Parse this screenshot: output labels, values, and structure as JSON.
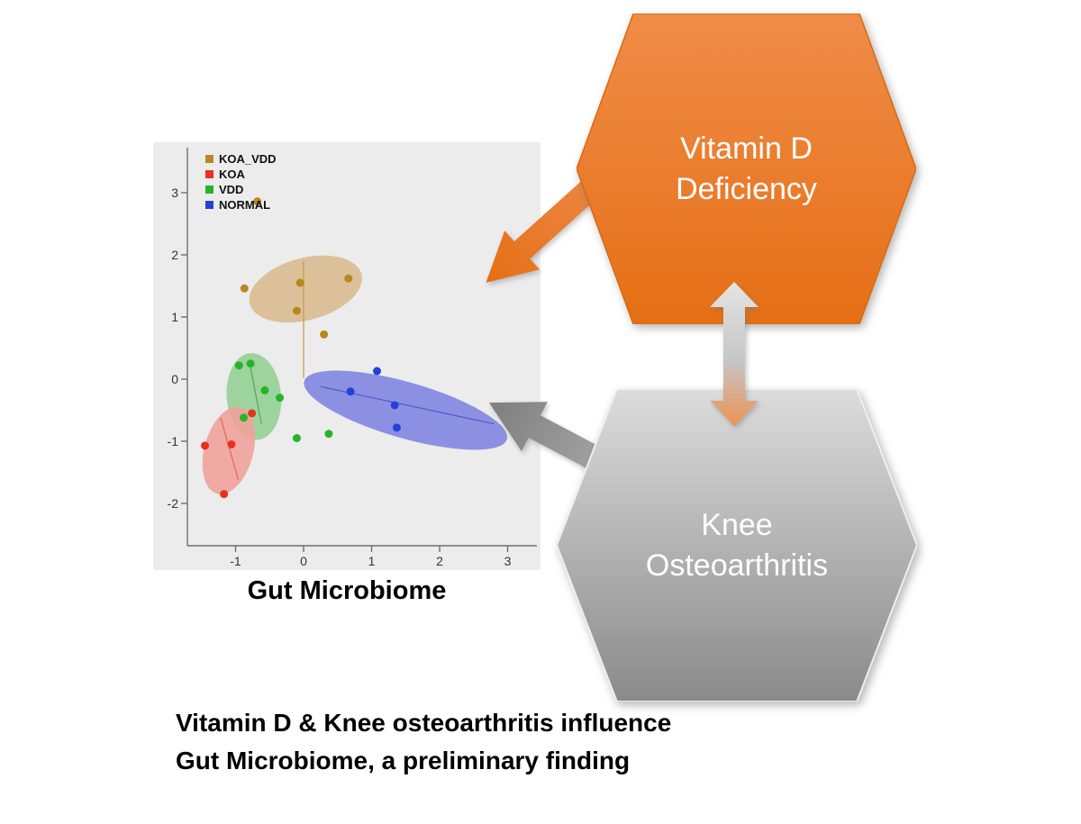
{
  "figure": {
    "caption_line1": "Vitamin D & Knee osteoarthritis influence",
    "caption_line2": "Gut Microbiome, a preliminary finding"
  },
  "hexagons": {
    "vitamin_d": {
      "line1": "Vitamin D",
      "line2": "Deficiency"
    },
    "knee": {
      "line1": "Knee",
      "line2": "Osteoarthritis"
    }
  },
  "colors": {
    "orange_top": "#F08C48",
    "orange_bottom": "#E56F15",
    "orange_stroke": "#D96A12",
    "gray_top": "#DCDCDC",
    "gray_bottom": "#8A8A8A",
    "gray_stroke": "#EFEFEF",
    "arrow_orange_tail": "#EF8E4F",
    "arrow_orange_tip": "#E56F15",
    "arrow_gray_tail": "#B9B9B9",
    "arrow_gray_tip": "#7E7E7E",
    "biarrow_top": "#E4E4E4",
    "biarrow_mid": "#C6C6C6",
    "biarrow_bottom": "#EC9250"
  },
  "chart_data": {
    "type": "scatter",
    "title": "",
    "xlabel": "Gut Microbiome",
    "ylabel": "",
    "panel_bg": "#ECECEC",
    "xlim": [
      -1.8,
      3.4
    ],
    "ylim": [
      -2.6,
      3.6
    ],
    "x_ticks": [
      -1,
      0,
      1,
      2,
      3
    ],
    "y_ticks": [
      3,
      2,
      1,
      0,
      -1,
      -2
    ],
    "legend_position": "top-left",
    "grid": false,
    "legend": [
      {
        "label": "KOA_VDD",
        "color": "#B5891F"
      },
      {
        "label": "KOA",
        "color": "#E8321E"
      },
      {
        "label": "VDD",
        "color": "#28B428"
      },
      {
        "label": "NORMAL",
        "color": "#2442D8"
      }
    ],
    "series": [
      {
        "name": "KOA_VDD",
        "color": "#B5891F",
        "points": [
          [
            -0.68,
            2.86
          ],
          [
            -0.87,
            1.46
          ],
          [
            -0.05,
            1.55
          ],
          [
            0.66,
            1.62
          ],
          [
            -0.1,
            1.1
          ],
          [
            0.3,
            0.72
          ]
        ]
      },
      {
        "name": "KOA",
        "color": "#E8321E",
        "points": [
          [
            -1.45,
            -1.07
          ],
          [
            -1.06,
            -1.05
          ],
          [
            -0.76,
            -0.55
          ],
          [
            -1.17,
            -1.85
          ]
        ]
      },
      {
        "name": "VDD",
        "color": "#28B428",
        "points": [
          [
            -0.95,
            0.22
          ],
          [
            -0.78,
            0.25
          ],
          [
            -0.57,
            -0.18
          ],
          [
            -0.88,
            -0.62
          ],
          [
            -0.35,
            -0.3
          ],
          [
            -0.1,
            -0.95
          ],
          [
            0.37,
            -0.88
          ]
        ]
      },
      {
        "name": "NORMAL",
        "color": "#2442D8",
        "points": [
          [
            1.08,
            0.13
          ],
          [
            0.69,
            -0.2
          ],
          [
            1.34,
            -0.42
          ],
          [
            1.37,
            -0.78
          ]
        ]
      }
    ],
    "ellipses": [
      {
        "group": "KOA_VDD",
        "cx": 0.03,
        "cy": 1.45,
        "rx": 0.85,
        "ry": 0.5,
        "angle": -15,
        "fill": "#D9B98C",
        "opacity": 0.85,
        "line_color": "#C49A4A",
        "line": [
          [
            0.0,
            1.9
          ],
          [
            0.0,
            0.02
          ]
        ]
      },
      {
        "group": "VDD",
        "cx": -0.73,
        "cy": -0.28,
        "rx": 0.4,
        "ry": 0.7,
        "angle": -5,
        "fill": "#8FD08F",
        "opacity": 0.85,
        "line_color": "#57A557",
        "line": [
          [
            -0.8,
            0.3
          ],
          [
            -0.62,
            -0.72
          ]
        ]
      },
      {
        "group": "KOA",
        "cx": -1.1,
        "cy": -1.15,
        "rx": 0.36,
        "ry": 0.72,
        "angle": 15,
        "fill": "#F2A29B",
        "opacity": 0.9,
        "line_color": "#D96B62",
        "line": [
          [
            -1.22,
            -0.62
          ],
          [
            -0.96,
            -1.62
          ]
        ]
      },
      {
        "group": "NORMAL",
        "cx": 1.5,
        "cy": -0.5,
        "rx": 1.55,
        "ry": 0.45,
        "angle": 16,
        "fill": "#7B80E0",
        "opacity": 0.85,
        "line_color": "#5055C8",
        "line": [
          [
            0.25,
            -0.12
          ],
          [
            2.8,
            -0.72
          ]
        ]
      }
    ]
  }
}
